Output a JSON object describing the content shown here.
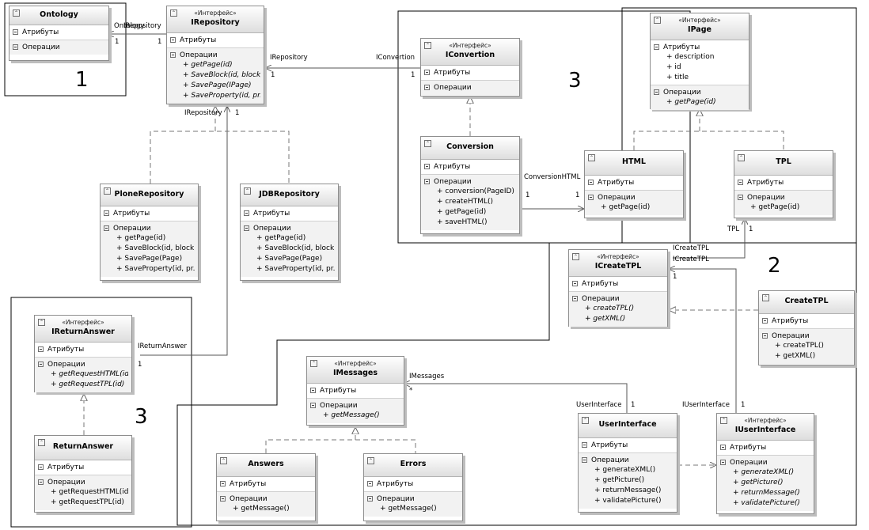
{
  "diagram": {
    "section_labels": {
      "attrs": "Атрибуты",
      "ops": "Операции"
    },
    "classes": {
      "ontology": {
        "name": "Ontology"
      },
      "irepository": {
        "stereotype": "«Интерфейс»",
        "name": "IRepository",
        "operations": [
          "+ getPage(id)",
          "+ SaveBlock(id, block)",
          "+ SavePage(IPage)",
          "+ SaveProperty(id, pr..."
        ]
      },
      "plonerepository": {
        "name": "PloneRepository",
        "operations": [
          "+ getPage(id)",
          "+ SaveBlock(id, block)",
          "+ SavePage(Page)",
          "+ SaveProperty(id, pr..."
        ]
      },
      "jdbrepository": {
        "name": "JDBRepository",
        "operations": [
          "+ getPage(id)",
          "+ SaveBlock(id, block)",
          "+ SavePage(Page)",
          "+ SaveProperty(id, pr..."
        ]
      },
      "iconvertion": {
        "stereotype": "«Интерфейс»",
        "name": "IConvertion"
      },
      "conversion": {
        "name": "Conversion",
        "operations": [
          "+ conversion(PageID)",
          "+ createHTML()",
          "+ getPage(id)",
          "+ saveHTML()"
        ]
      },
      "ipage": {
        "stereotype": "«Интерфейс»",
        "name": "IPage",
        "attributes": [
          "+ description",
          "+ id",
          "+ title"
        ],
        "operations": [
          "+ getPage(id)"
        ]
      },
      "html": {
        "name": "HTML",
        "operations": [
          "+ getPage(id)"
        ]
      },
      "tpl": {
        "name": "TPL",
        "operations": [
          "+ getPage(id)"
        ]
      },
      "icreatetpl": {
        "stereotype": "«Интерфейс»",
        "name": "ICreateTPL",
        "operations": [
          "+ createTPL()",
          "+ getXML()"
        ]
      },
      "createtpl": {
        "name": "CreateTPL",
        "operations": [
          "+ createTPL()",
          "+ getXML()"
        ]
      },
      "ireturnanswer": {
        "stereotype": "«Интерфейс»",
        "name": "IReturnAnswer",
        "operations": [
          "+ getRequestHTML(id)",
          "+ getRequestTPL(id)"
        ]
      },
      "returnanswer": {
        "name": "ReturnAnswer",
        "operations": [
          "+ getRequestHTML(id)",
          "+ getRequestTPL(id)"
        ]
      },
      "imessages": {
        "stereotype": "«Интерфейс»",
        "name": "IMessages",
        "operations": [
          "+ getMessage()"
        ]
      },
      "answers": {
        "name": "Answers",
        "operations": [
          "+ getMessage()"
        ]
      },
      "errors": {
        "name": "Errors",
        "operations": [
          "+ getMessage()"
        ]
      },
      "userinterface": {
        "name": "UserInterface",
        "operations": [
          "+ generateXML()",
          "+ getPicture()",
          "+ returnMessage()",
          "+ validatePicture()"
        ]
      },
      "iuserinterface": {
        "stereotype": "«Интерфейс»",
        "name": "IUserInterface",
        "operations": [
          "+ generateXML()",
          "+ getPicture()",
          "+ returnMessage()",
          "+ validatePicture()"
        ]
      }
    },
    "edge_labels": {
      "ontology_role": "Ontology",
      "irepository_role_top": "IRepository",
      "ontology_mult": "1",
      "irepository_mult_top": "1",
      "irepository_role_mid": "IRepository",
      "irepository_mult_mid": "1",
      "iconvertion_role": "IConvertion",
      "iconvertion_mult": "1",
      "irepository_role_bottom": "IRepository",
      "irepository_mult_bottom": "1",
      "conversionhtml_role": "ConversionHTML",
      "conversion_mult": "1",
      "html_mult": "1",
      "tpl_role": "TPL",
      "tpl_mult": "1",
      "icreatetpl_role_1": "ICreateTPL",
      "icreatetpl_role_2": "ICreateTPL",
      "icreatetpl_mult": "1",
      "ireturnanswer_role": "IReturnAnswer",
      "ireturnanswer_mult": "1",
      "imessages_role": "IMessages",
      "imessages_mult": "*",
      "userinterface_role": "UserInterface",
      "userinterface_mult": "1",
      "iuserinterface_role": "IUserInterface",
      "iuserinterface_mult": "1"
    },
    "region_numbers": {
      "region1": "1",
      "region2": "2",
      "region3_top": "3",
      "region3_bottom": "3"
    }
  }
}
